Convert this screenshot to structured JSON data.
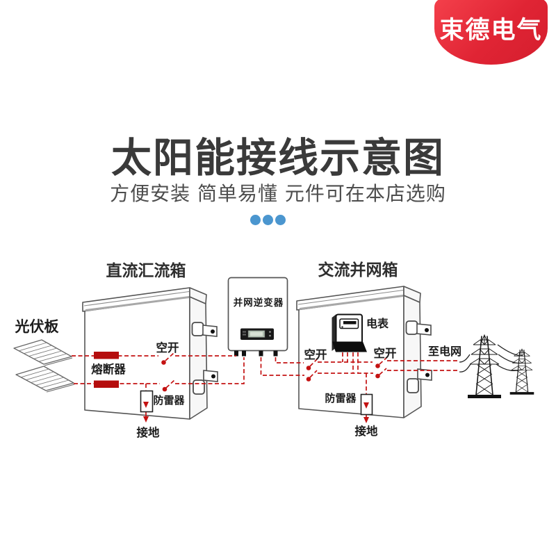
{
  "badge": {
    "label": "束德电气",
    "bg_color": "#e02434",
    "text_color": "#ffffff"
  },
  "header": {
    "title": "太阳能接线示意图",
    "subtitle": "方便安装 简单易懂 元件可在本店选购",
    "dots_color": "#4b96cf"
  },
  "diagram": {
    "wire_color": "#c41212",
    "fuse_color": "#b50d0d",
    "outline_color": "#555555",
    "labels": {
      "dc_combiner_box": "直流汇流箱",
      "ac_grid_box": "交流并网箱",
      "inverter": "并网逆变器",
      "pv_panel": "光伏板",
      "fuse": "熔断器",
      "breaker_dc": "空开",
      "breaker_ac_left": "空开",
      "breaker_ac_right": "空开",
      "surge_dc": "防雷器",
      "surge_ac": "防雷器",
      "ground_dc": "接地",
      "ground_ac": "接地",
      "meter": "电表",
      "to_grid": "至电网"
    }
  }
}
